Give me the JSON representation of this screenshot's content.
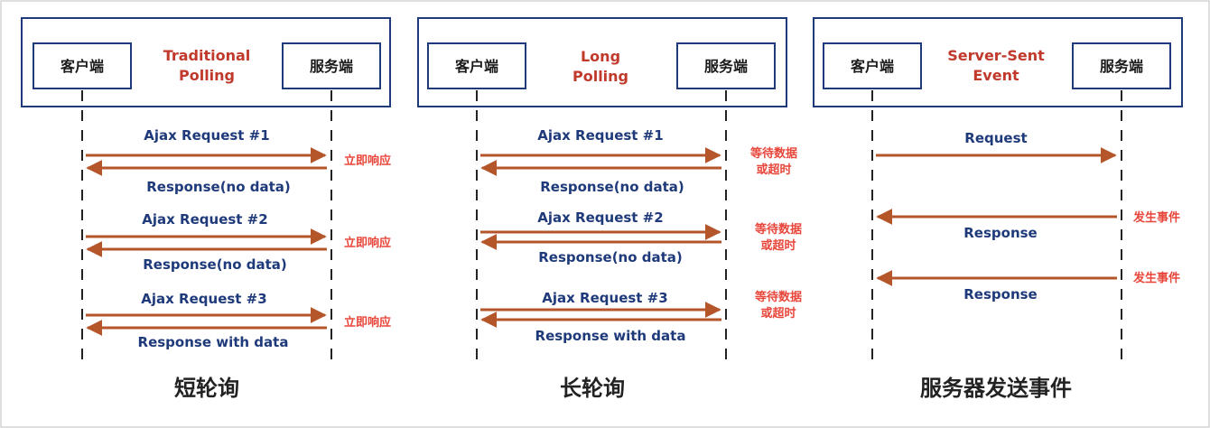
{
  "colors": {
    "frame": "#1f3a7a",
    "header_title": "#c0392b",
    "arrow": "#b4552a",
    "label": "#1f3a7a",
    "note": "#e8463a",
    "lifeline": "#222222",
    "caption": "#222222"
  },
  "panels": [
    {
      "id": "short",
      "client": "客户端",
      "server": "服务端",
      "title_line1": "Traditional",
      "title_line2": "Polling",
      "caption": "短轮询",
      "messages": [
        {
          "request": "Ajax Request #1",
          "response": "Response(no data)",
          "note1": "立即响应",
          "note2": ""
        },
        {
          "request": "Ajax Request #2",
          "response": "Response(no data)",
          "note1": "立即响应",
          "note2": ""
        },
        {
          "request": "Ajax Request #3",
          "response": "Response with data",
          "note1": "立即响应",
          "note2": ""
        }
      ]
    },
    {
      "id": "long",
      "client": "客户端",
      "server": "服务端",
      "title_line1": "Long",
      "title_line2": "Polling",
      "caption": "长轮询",
      "messages": [
        {
          "request": "Ajax Request #1",
          "response": "Response(no data)",
          "note1": "等待数据",
          "note2": "或超时"
        },
        {
          "request": "Ajax Request #2",
          "response": "Response(no data)",
          "note1": "等待数据",
          "note2": "或超时"
        },
        {
          "request": "Ajax Request #3",
          "response": "Response with data",
          "note1": "等待数据",
          "note2": "或超时"
        }
      ]
    },
    {
      "id": "sse",
      "client": "客户端",
      "server": "服务端",
      "title_line1": "Server-Sent",
      "title_line2": "Event",
      "caption": "服务器发送事件",
      "request": "Request",
      "events": [
        {
          "response": "Response",
          "note": "发生事件"
        },
        {
          "response": "Response",
          "note": "发生事件"
        }
      ]
    }
  ]
}
